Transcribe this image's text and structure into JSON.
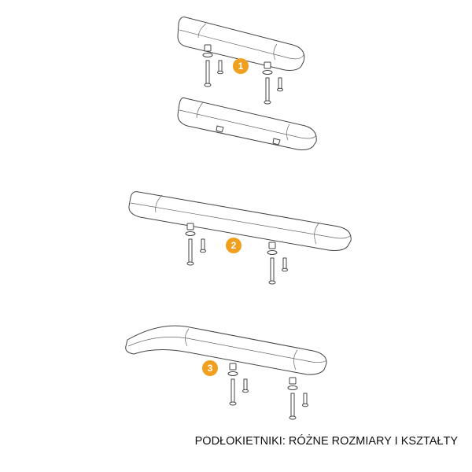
{
  "caption": "PODŁOKIETNIKI: RÓŻNE ROZMIARY I KSZTAŁTY",
  "badges": [
    "1",
    "2",
    "3"
  ],
  "colors": {
    "badge": "#F0A01E",
    "line": "#444444"
  }
}
